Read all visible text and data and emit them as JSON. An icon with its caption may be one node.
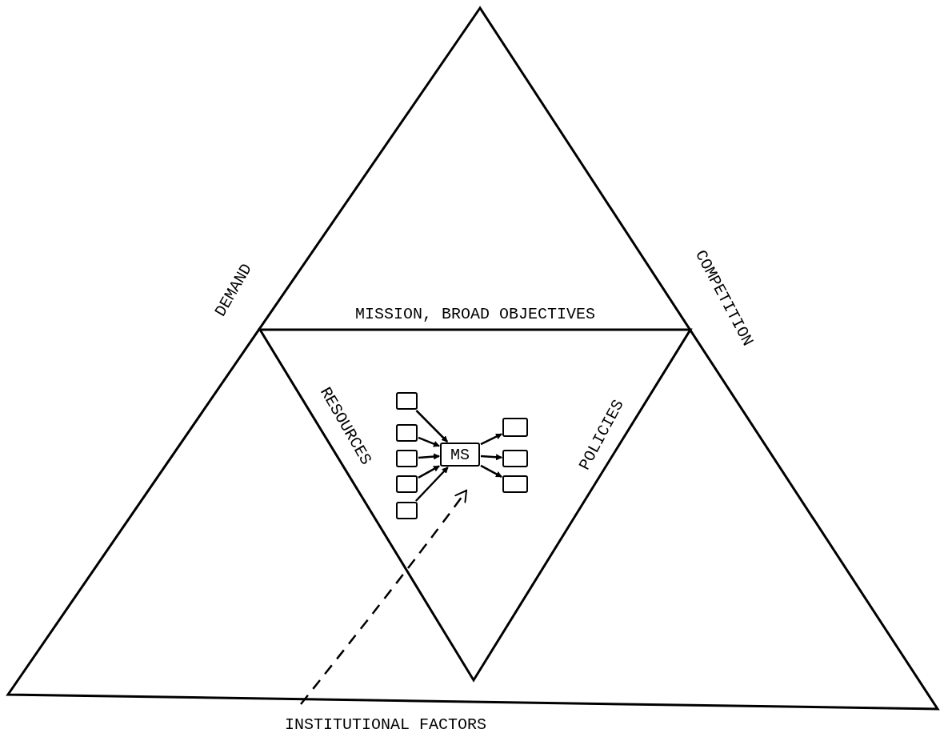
{
  "diagram": {
    "nodes": [
      {
        "text": [],
        "shape": "box"
      },
      {
        "text": [],
        "shape": "box"
      },
      {
        "text": [],
        "shape": "box"
      },
      {
        "text": [],
        "shape": "box"
      },
      {
        "text": [],
        "shape": "box"
      },
      {
        "text": [
          "MS"
        ]
      },
      {
        "text": [],
        "shape": "box"
      },
      {
        "text": [],
        "shape": "box"
      },
      {
        "text": [],
        "shape": "box"
      }
    ],
    "edges": [
      {
        "from": 0,
        "to": 5,
        "arrow": "to"
      },
      {
        "from": 1,
        "to": 5,
        "arrow": "to"
      },
      {
        "from": 2,
        "to": 5,
        "arrow": "to"
      },
      {
        "from": 3,
        "to": 5,
        "arrow": "to"
      },
      {
        "from": 4,
        "to": 5,
        "arrow": "to"
      },
      {
        "from": 5,
        "to": 6,
        "arrow": "to"
      },
      {
        "from": 5,
        "to": 7,
        "arrow": "to"
      },
      {
        "from": 5,
        "to": 8,
        "arrow": "to"
      },
      {
        "from": null,
        "to": 5,
        "arrow": "to",
        "style": "dashed"
      }
    ],
    "labels": [
      "DEMAND",
      "MISSION, BROAD OBJECTIVES",
      "COMPETITION",
      "RESOURCES",
      "POLICIES",
      "INSTITUTIONAL FACTORS"
    ]
  }
}
